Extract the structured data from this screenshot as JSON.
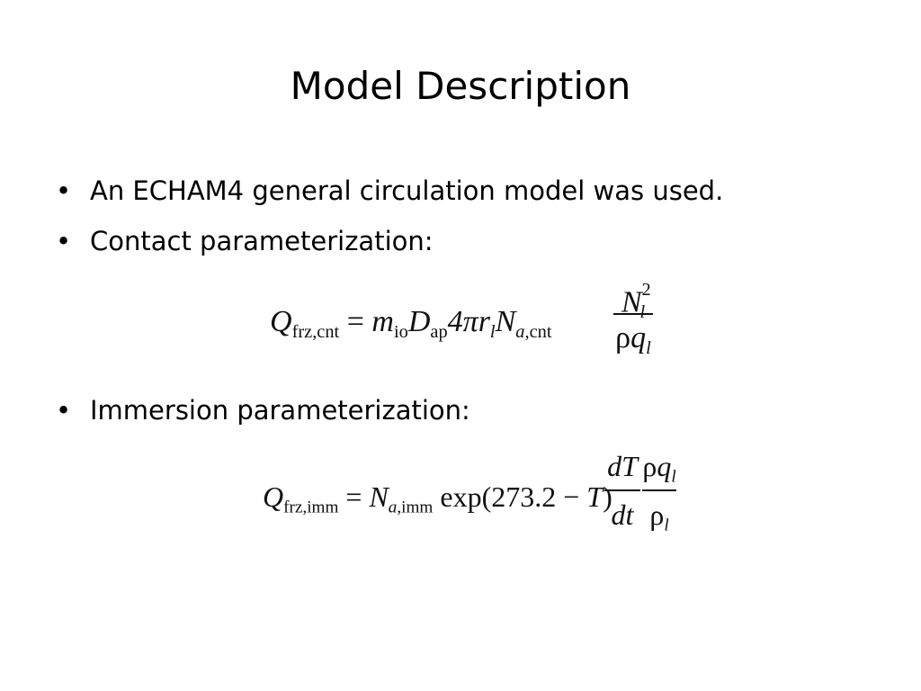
{
  "slide": {
    "title": "Model Description",
    "bullets": [
      "An ECHAM4 general circulation model was used.",
      "Contact parameterization:",
      "Immersion parameterization:"
    ],
    "bullet_symbol": "•"
  },
  "equations": {
    "contact": {
      "Q": "Q",
      "Q_sub": "frz,cnt",
      "eq_sign": " = ",
      "m": "m",
      "m_sub": "io",
      "D": "D",
      "D_sub": "ap",
      "four_pi": "4π",
      "r": "r",
      "r_sub": "l",
      "N": "N",
      "N_sub_a": "a",
      "N_sub_rest": ",cnt",
      "num_N": "N",
      "num_N_sub": "l",
      "num_N_sup": "2",
      "den_rho": "ρ",
      "den_q": "q",
      "den_q_sub": "l"
    },
    "immersion": {
      "Q": "Q",
      "Q_sub": "frz,imm",
      "eq_sign": " = ",
      "N": "N",
      "N_sub_a": "a",
      "N_sub_rest": ",imm",
      "exp_open": " exp(273.2 − ",
      "T": "T",
      "exp_close": ")",
      "frac1_num": "dT",
      "frac1_den": "dt",
      "frac2_num_rho": "ρ",
      "frac2_num_q": "q",
      "frac2_num_q_sub": "l",
      "frac2_den_rho": "ρ",
      "frac2_den_sub": "l"
    }
  }
}
